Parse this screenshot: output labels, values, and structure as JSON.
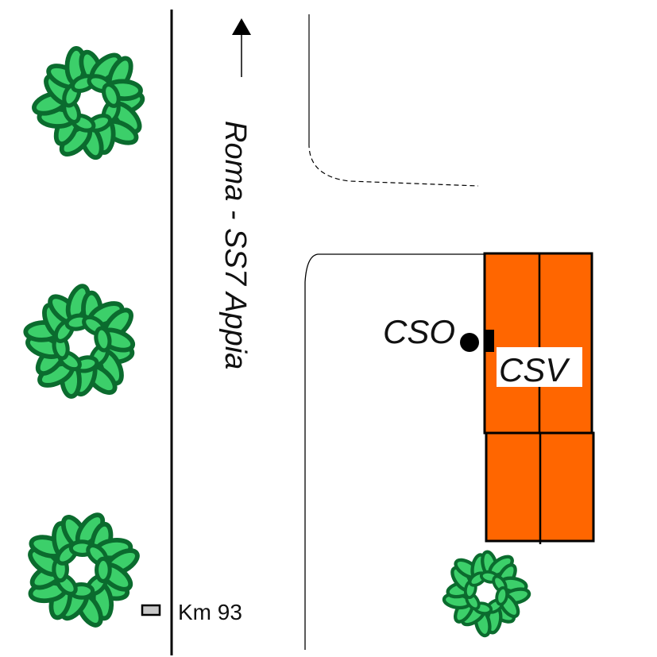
{
  "road": {
    "label": "Roma - SS7 Appia",
    "direction_icon": "arrow-up-icon",
    "direction": "north"
  },
  "milestone": {
    "label": "Km 93",
    "icon": "milestone-marker-icon",
    "color": "#c8c8c8"
  },
  "points": {
    "cso_label": "CSO",
    "csv_label": "CSV"
  },
  "building": {
    "color": "#ff6600",
    "outline": "#000000",
    "sections": 4
  },
  "trees": {
    "count": 4,
    "icon": "tree-icon",
    "dark_color": "#0b6b2e",
    "light_color": "#3ccf6a"
  },
  "colors": {
    "line": "#000000",
    "background": "#ffffff"
  }
}
